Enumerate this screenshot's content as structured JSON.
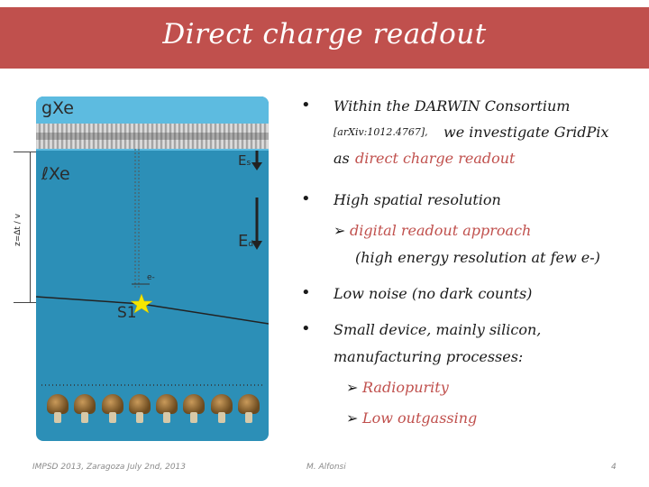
{
  "slide": {
    "title": "Direct charge readout"
  },
  "figure": {
    "gas_label": "gXe",
    "liquid_label": "ℓXe",
    "es_label": "E",
    "es_sub": "s",
    "ed_label": "E",
    "ed_sub": "d",
    "s1_label": "S1",
    "electron_label": "e-",
    "dimension_label": "z=Δt / v",
    "colors": {
      "liquid": "#2c8fb7",
      "gas": "#5dbbe0",
      "star": "#f5e600"
    }
  },
  "bullets": {
    "b1_line1": "Within the DARWIN Consortium",
    "b1_ref": "[arXiv:1012.4767],",
    "b1_line2_rest": "we investigate GridPix",
    "b1_line3_pre": "as",
    "b1_line3_red": "direct charge readout",
    "b2_line1": "High spatial resolution",
    "b2_sub1": "digital readout approach",
    "b2_sub2": "(high energy resolution at few e-)",
    "b3_line1": "Low noise (no dark counts)",
    "b4_line1": "Small device, mainly silicon,",
    "b4_line2": "manufacturing processes:",
    "b4_sub1": "Radiopurity",
    "b4_sub2": "Low outgassing",
    "bullet_glyph": "•",
    "arrow_glyph": "➢"
  },
  "footer": {
    "left": "IMPSD 2013, Zaragoza July 2nd, 2013",
    "center": "M. Alfonsi",
    "page": "4"
  }
}
